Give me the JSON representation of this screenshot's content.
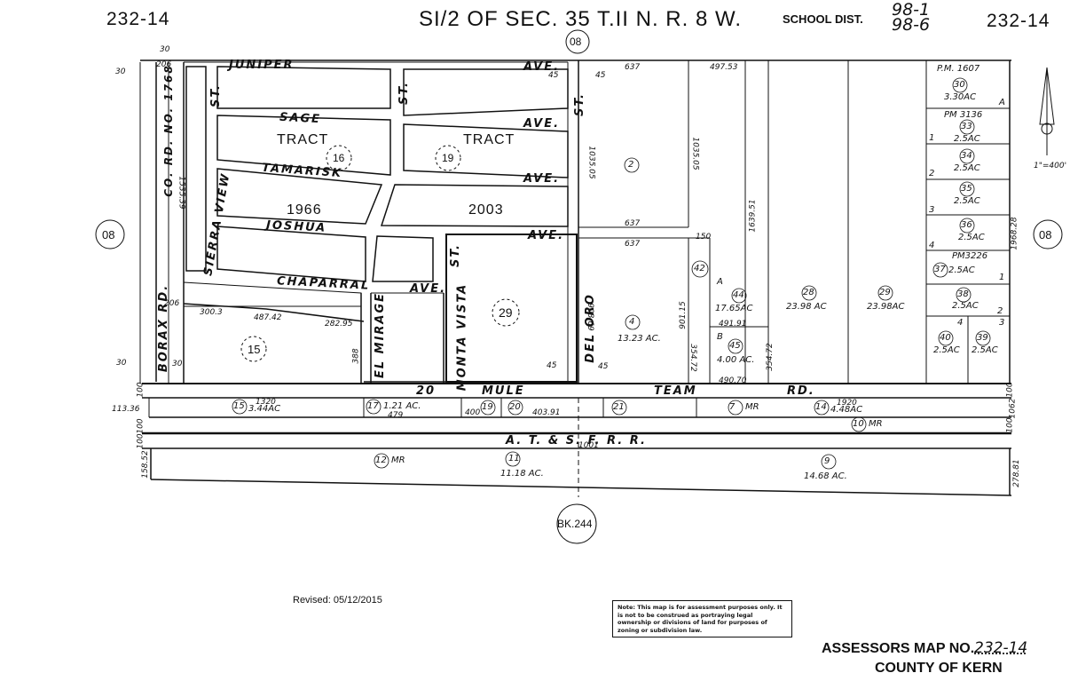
{
  "header": {
    "map_no_left": "232-14",
    "map_no_right": "232-14",
    "section_title": "SI/2 OF SEC. 35  T.II N. R. 8  W.",
    "school_dist_label": "SCHOOL DIST.",
    "school_dist_1": "98-1",
    "school_dist_2": "98-6"
  },
  "book_refs": {
    "top": "08",
    "left": "08",
    "right": "08",
    "bottom": "BK.244"
  },
  "streets": {
    "juniper": "JUNIPER",
    "ave_1": "AVE.",
    "sage": "SAGE",
    "ave_2": "AVE.",
    "tamarisk": "TAMARISK",
    "ave_3": "AVE.",
    "joshua": "JOSHUA",
    "ave_4": "AVE.",
    "chaparral": "CHAPARRAL",
    "ave_5": "AVE.",
    "st_1": "ST.",
    "st_2": "ST.",
    "st_3": "ST.",
    "st_4": "ST.",
    "sierra_view": "SIERRA VIEW",
    "co_rd": "CO. RD. NO. 1768",
    "borax_rd": "BORAX RD.",
    "el_mirage": "EL MIRAGE",
    "monta_vista": "MONTA VISTA",
    "del_oro": "DEL ORO",
    "twenty": "20",
    "mule": "MULE",
    "team": "TEAM",
    "rd": "RD.",
    "railroad": "A. T. & S. F. R. R."
  },
  "tracts": {
    "tract_a": "TRACT",
    "tract_b": "TRACT",
    "num_a": "1966",
    "num_b": "2003"
  },
  "parcels": [
    {
      "id": "16",
      "acres": ""
    },
    {
      "id": "19",
      "acres": ""
    },
    {
      "id": "29",
      "acres": ""
    },
    {
      "id": "15",
      "acres": ""
    },
    {
      "id": "2",
      "acres": ""
    },
    {
      "id": "4",
      "acres": "13.23 AC."
    },
    {
      "id": "42",
      "acres": ""
    },
    {
      "id": "44",
      "acres": "17.65AC"
    },
    {
      "id": "45",
      "acres": "4.00 AC."
    },
    {
      "id": "28",
      "acres": "23.98 AC"
    },
    {
      "id": "29",
      "acres": "23.98AC"
    },
    {
      "id": "30",
      "acres": "3.30AC"
    },
    {
      "id": "33",
      "acres": "2.5AC"
    },
    {
      "id": "34",
      "acres": "2.5AC"
    },
    {
      "id": "35",
      "acres": "2.5AC"
    },
    {
      "id": "36",
      "acres": "2.5AC"
    },
    {
      "id": "37",
      "acres": "2.5AC"
    },
    {
      "id": "38",
      "acres": "2.5AC"
    },
    {
      "id": "40",
      "acres": "2.5AC"
    },
    {
      "id": "39",
      "acres": "2.5AC"
    },
    {
      "id": "15",
      "acres": "3.44AC"
    },
    {
      "id": "17",
      "acres": "1.21 AC."
    },
    {
      "id": "19",
      "acres": ""
    },
    {
      "id": "20",
      "acres": ""
    },
    {
      "id": "21",
      "acres": ""
    },
    {
      "id": "7",
      "acres": "MR"
    },
    {
      "id": "14",
      "acres": "4.48AC"
    },
    {
      "id": "10",
      "acres": "MR"
    },
    {
      "id": "12",
      "acres": "MR"
    },
    {
      "id": "11",
      "acres": "11.18 AC."
    },
    {
      "id": "9",
      "acres": "14.68 AC."
    }
  ],
  "parcel_maps": {
    "pm1": "P.M. 1607",
    "pm2": "PM 3136",
    "pm3": "PM3226"
  },
  "lot_letters": {
    "a1": "A",
    "a2": "A",
    "b1": "B",
    "l1": "1",
    "l2": "2",
    "l3": "3",
    "l4": "4",
    "r1": "1",
    "r2": "2",
    "r3": "3",
    "r4": "4"
  },
  "dimensions": {
    "d637a": "637",
    "d49753": "497.53",
    "d637b": "637",
    "d637c": "637",
    "d150": "150",
    "d103505a": "1035.05",
    "d103505b": "1035.05",
    "d163951": "1639.51",
    "d196828": "1968.28",
    "d90369": "903.69",
    "d90115": "901.15",
    "d49191": "491.91",
    "d35472a": "354.72",
    "d35472b": "354.72",
    "d49070": "490.70",
    "d153539": "1535.39",
    "d206a": "206",
    "d206b": "206",
    "d3003": "300.3",
    "d48742": "487.42",
    "d28295": "282.95",
    "d388": "388",
    "d30a": "30",
    "d30b": "30",
    "d30c": "30",
    "d30d": "30",
    "d45a": "45",
    "d45b": "45",
    "d45c": "45",
    "d45d": "45",
    "d11336": "113.36",
    "d1320": "1320",
    "d479": "479",
    "d400": "400",
    "d40391": "403.91",
    "d1920": "1920",
    "d100a": "100",
    "d100b": "100",
    "d100c": "100",
    "d100d": "100",
    "d100e": "100",
    "d1001": "1001",
    "d15852": "158.52",
    "d27881": "278.81",
    "d1062": "1062"
  },
  "north_arrow": {
    "scale": "1\"=400'",
    "icon": "north-arrow-icon"
  },
  "footer": {
    "revised": "Revised:  05/12/2015",
    "note": "Note: This map is for assessment purposes only. It is not to be construed as portraying legal ownership or divisions of land for purposes of zoning or subdivision law.",
    "assessor_label": "ASSESSORS MAP NO.",
    "assessor_no": "232-14",
    "county": "COUNTY OF KERN"
  }
}
